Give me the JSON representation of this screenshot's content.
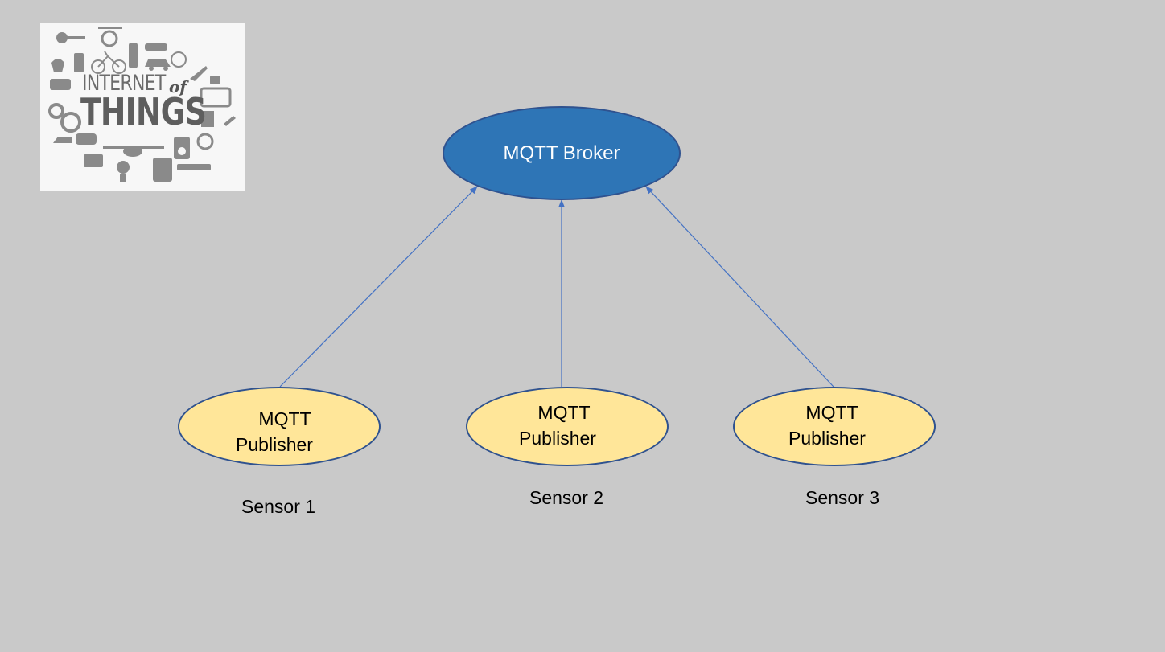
{
  "logo": {
    "word_internet": "INTERNET",
    "word_of": "of",
    "word_things": "THINGS"
  },
  "broker": {
    "label": "MQTT Broker",
    "fill": "#2e75b6",
    "text_color": "#ffffff"
  },
  "publishers": [
    {
      "line1": "MQTT",
      "line2": "Publisher",
      "sensor": "Sensor 1"
    },
    {
      "line1": "MQTT",
      "line2": "Publisher",
      "sensor": "Sensor 2"
    },
    {
      "line1": "MQTT",
      "line2": "Publisher",
      "sensor": "Sensor 3"
    }
  ],
  "colors": {
    "background": "#c9c9c9",
    "publisher_fill": "#ffe699",
    "outline": "#2f528f",
    "arrow": "#4472c4"
  },
  "connections": [
    {
      "from": "Sensor 1",
      "to": "MQTT Broker"
    },
    {
      "from": "Sensor 2",
      "to": "MQTT Broker"
    },
    {
      "from": "Sensor 3",
      "to": "MQTT Broker"
    }
  ]
}
